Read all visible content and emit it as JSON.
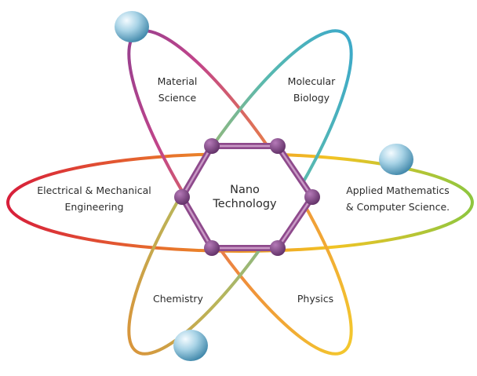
{
  "center": {
    "line1": "Nano",
    "line2": "Technology"
  },
  "fields": {
    "material_science": {
      "line1": "Material",
      "line2": "Science"
    },
    "molecular_biology": {
      "line1": "Molecular",
      "line2": "Biology"
    },
    "electrical_mechanical": {
      "line1": "Electrical & Mechanical",
      "line2": "Engineering"
    },
    "applied_math_cs": {
      "line1": "Applied Mathematics",
      "line2": "& Computer Science."
    },
    "chemistry": {
      "line1": "Chemistry"
    },
    "physics": {
      "line1": "Physics"
    }
  },
  "colors": {
    "hex_stroke": "#8e4a8c",
    "vertex": "#7a3a7e",
    "sphere_light": "#e8f4fa",
    "sphere_dark": "#4a8fb0"
  }
}
